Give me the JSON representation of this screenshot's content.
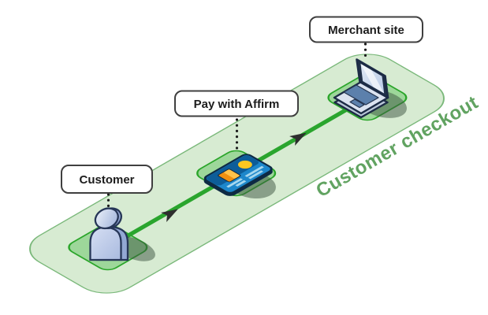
{
  "diagram": {
    "title": "Customer checkout",
    "type": "isometric-flow",
    "nodes": [
      {
        "id": "customer",
        "label": "Customer",
        "icon": "person-icon"
      },
      {
        "id": "pay-with-affirm",
        "label": "Pay with Affirm",
        "icon": "credit-card-icon"
      },
      {
        "id": "merchant-site",
        "label": "Merchant site",
        "icon": "laptop-icon"
      }
    ],
    "edges": [
      {
        "from": "customer",
        "to": "pay-with-affirm"
      },
      {
        "from": "pay-with-affirm",
        "to": "merchant-site"
      }
    ]
  },
  "colors": {
    "plane_fill": "#d7ebd2",
    "plane_stroke": "#7ab87a",
    "pad_fill": "#9dd79a",
    "pad_stroke": "#2aa52a",
    "flow_green": "#2aa52e",
    "arrowhead": "#2e2e2e",
    "title_green": "#61a361",
    "label_bg": "#ffffff",
    "label_border": "#3f3f3f",
    "label_text": "#1c1c1c",
    "dot_color": "#1c1c1c",
    "shadow_color": "#3c5340",
    "person_outline": "#263657",
    "person_side": "#93a8d3",
    "laptop_outline": "#1c2b45",
    "card_edge": "#0e2a44",
    "card_face": "#1d87cb",
    "card_band": "#0d5d99",
    "card_sun": "#fdc720",
    "card_chip": "#ef9012",
    "card_chip_hi": "#ffc24a",
    "card_stripe": "#a6d7ee"
  }
}
